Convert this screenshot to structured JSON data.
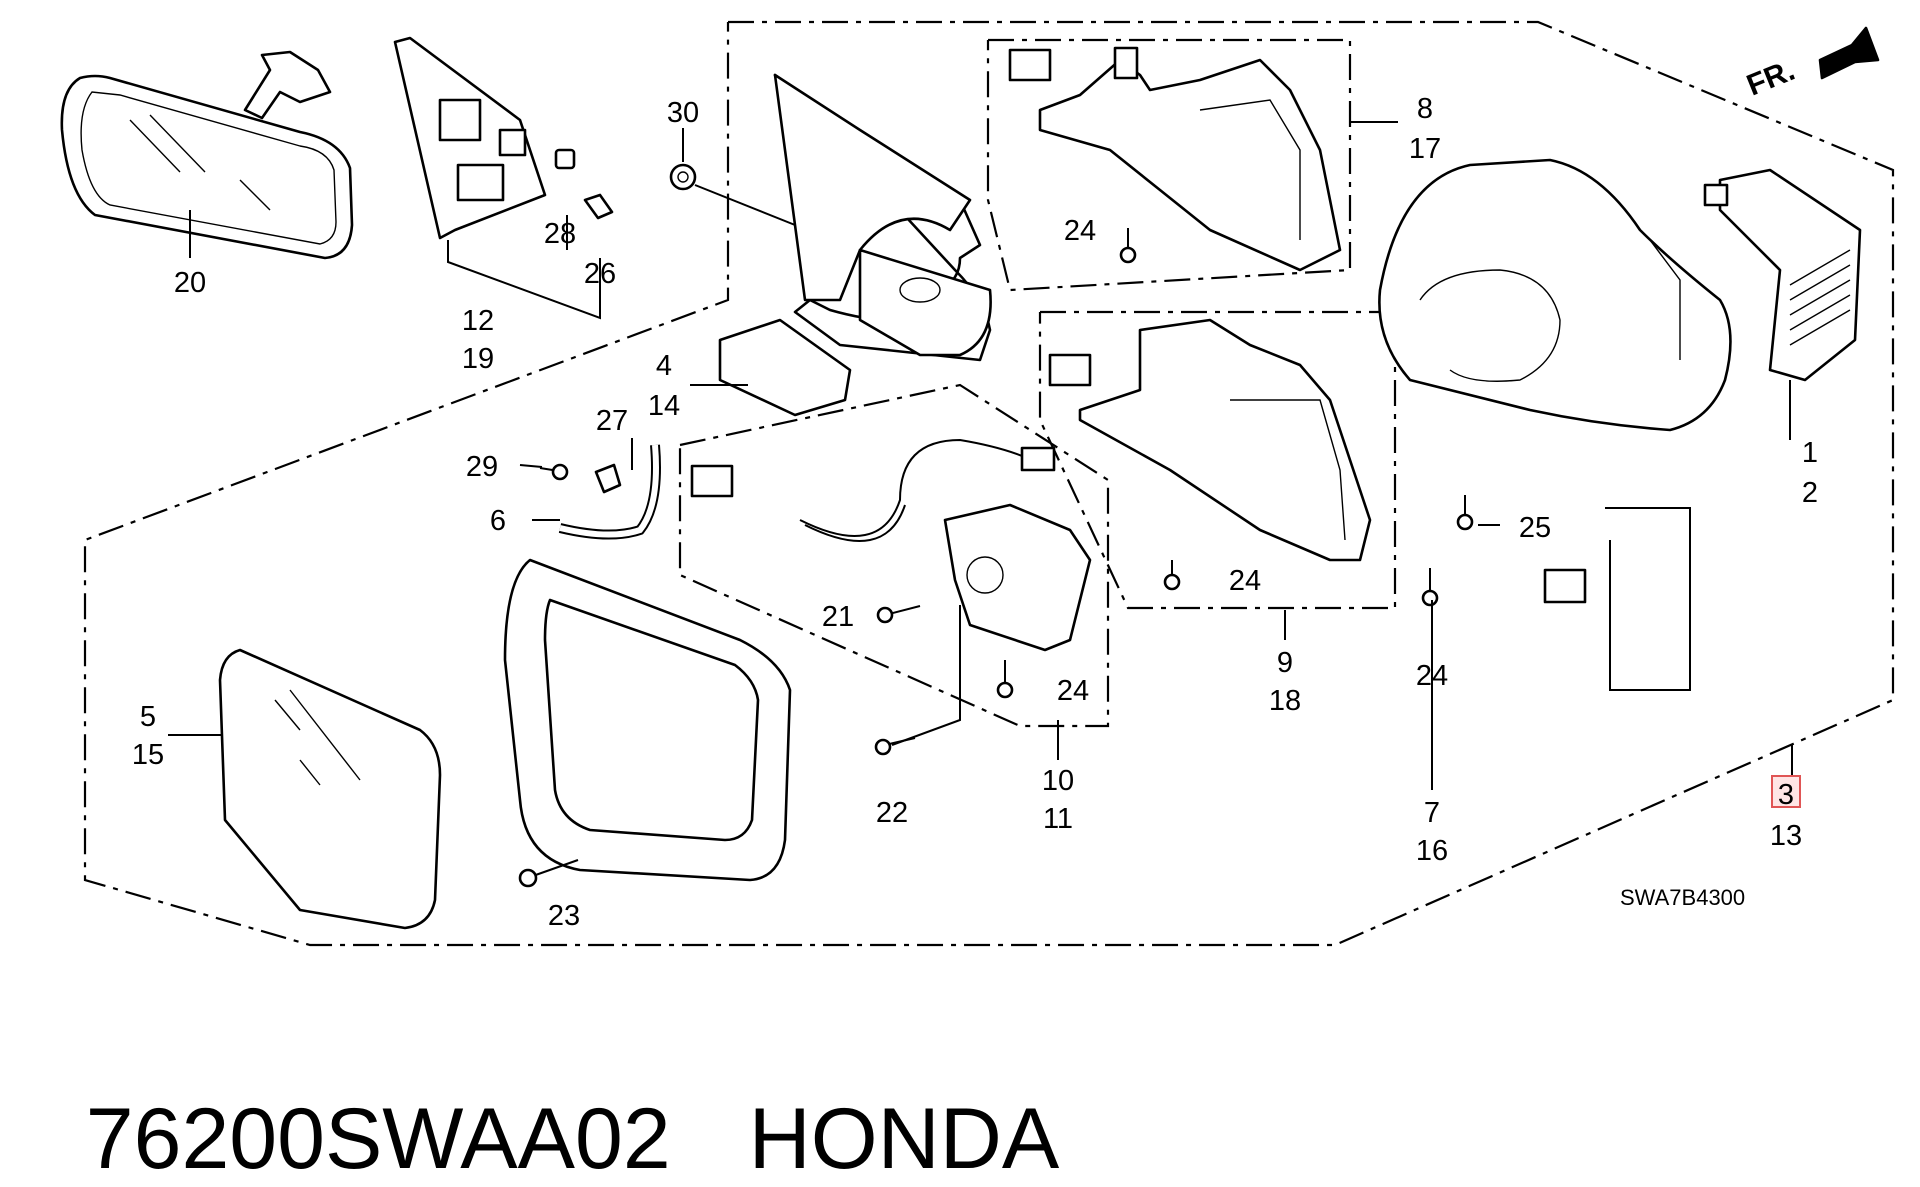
{
  "diagram": {
    "drawing_code": "SWA7B4300",
    "front_indicator": "FR.",
    "highlighted_callout": "3",
    "callouts": [
      {
        "id": "c1",
        "text": "1"
      },
      {
        "id": "c2",
        "text": "2"
      },
      {
        "id": "c3",
        "text": "3"
      },
      {
        "id": "c13",
        "text": "13"
      },
      {
        "id": "c4",
        "text": "4"
      },
      {
        "id": "c14",
        "text": "14"
      },
      {
        "id": "c5",
        "text": "5"
      },
      {
        "id": "c15",
        "text": "15"
      },
      {
        "id": "c6",
        "text": "6"
      },
      {
        "id": "c7",
        "text": "7"
      },
      {
        "id": "c16",
        "text": "16"
      },
      {
        "id": "c8",
        "text": "8"
      },
      {
        "id": "c17",
        "text": "17"
      },
      {
        "id": "c9",
        "text": "9"
      },
      {
        "id": "c18",
        "text": "18"
      },
      {
        "id": "c10",
        "text": "10"
      },
      {
        "id": "c11",
        "text": "11"
      },
      {
        "id": "c12",
        "text": "12"
      },
      {
        "id": "c19",
        "text": "19"
      },
      {
        "id": "c20",
        "text": "20"
      },
      {
        "id": "c21",
        "text": "21"
      },
      {
        "id": "c22",
        "text": "22"
      },
      {
        "id": "c23",
        "text": "23"
      },
      {
        "id": "c24a",
        "text": "24"
      },
      {
        "id": "c24b",
        "text": "24"
      },
      {
        "id": "c24c",
        "text": "24"
      },
      {
        "id": "c24d",
        "text": "24"
      },
      {
        "id": "c25",
        "text": "25"
      },
      {
        "id": "c26",
        "text": "26"
      },
      {
        "id": "c27",
        "text": "27"
      },
      {
        "id": "c28",
        "text": "28"
      },
      {
        "id": "c29",
        "text": "29"
      },
      {
        "id": "c30",
        "text": "30"
      }
    ]
  },
  "caption": {
    "part_number": "76200SWAA02",
    "brand": "HONDA"
  }
}
